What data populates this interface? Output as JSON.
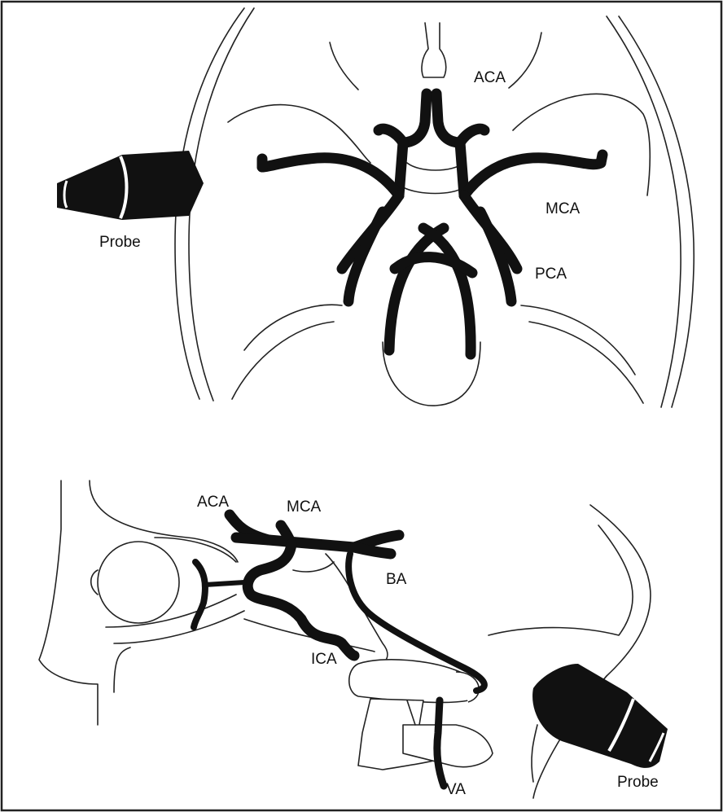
{
  "top_view": {
    "labels": {
      "aca": "ACA",
      "mca": "MCA",
      "pca": "PCA",
      "probe": "Probe"
    }
  },
  "side_view": {
    "labels": {
      "aca": "ACA",
      "mca": "MCA",
      "ba": "BA",
      "ica": "ICA",
      "va": "VA",
      "probe": "Probe"
    }
  },
  "colors": {
    "ink": "#111111",
    "background": "#ffffff"
  }
}
